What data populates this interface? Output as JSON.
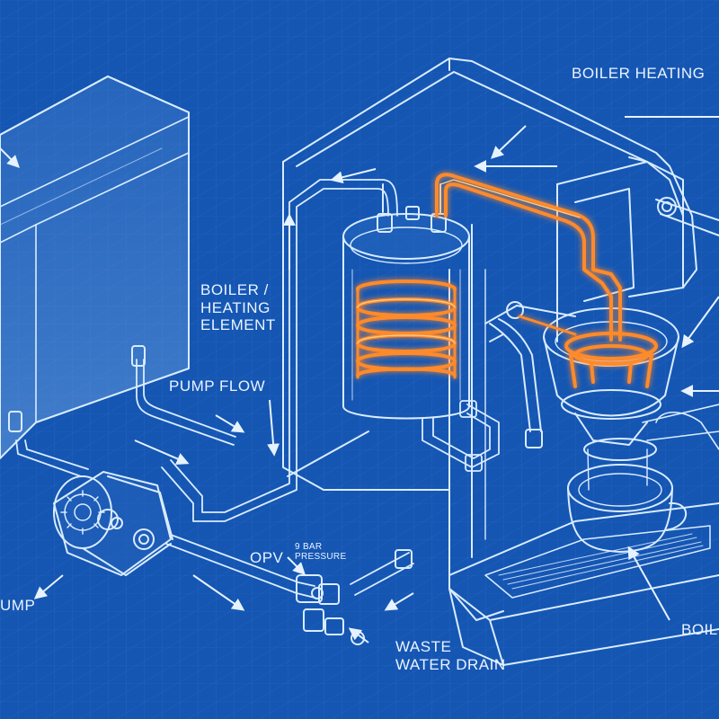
{
  "diagram": {
    "colors": {
      "background": "#1556b3",
      "line": "#d9ecff",
      "heat_glow": "#ff8a2a",
      "heat_core": "#ffd08a"
    },
    "labels": {
      "boiler_heating": "BOILER HEATING",
      "boiler_heating_element": "BOILER /\nHEATING\nELEMENT",
      "pump_flow": "PUMP FLOW",
      "opv": "OPV",
      "nine_bar_pressure": "9 BAR\nPRESSURE",
      "waste_water_drain": "WASTE\nWATER DRAIN",
      "pump": "UMP",
      "boiler_bottom_right": "BOIL"
    },
    "icons": {
      "arrow": "arrow-icon",
      "gear": "gear-icon",
      "cup": "cup-icon"
    }
  }
}
